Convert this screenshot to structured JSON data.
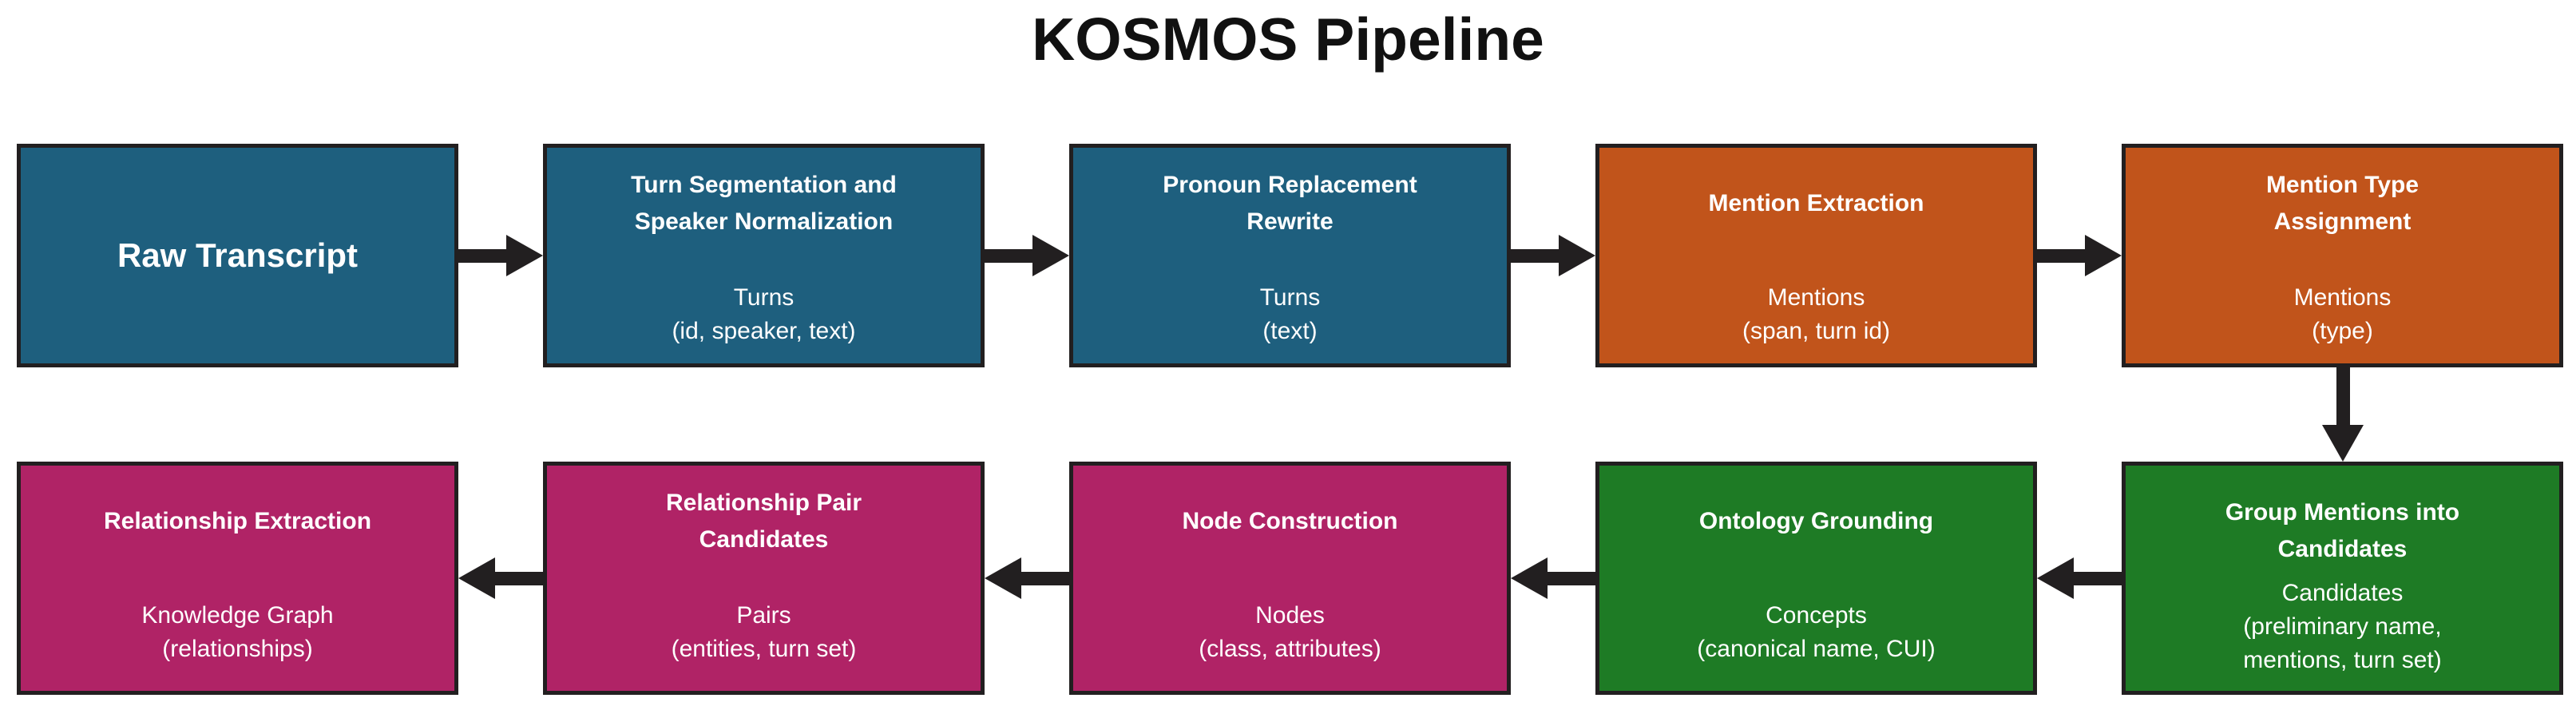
{
  "header": {
    "title": "KOSMOS Pipeline"
  },
  "palette": {
    "teal": "#1e5f7e",
    "orange": "#c1541b",
    "green": "#1e7b25",
    "magenta": "#b02366",
    "arrow_black": "#221f20",
    "text_white": "#ffffff",
    "text_dark": "#111111"
  },
  "boxes": [
    {
      "id": "raw-transcript",
      "title": "Raw Transcript",
      "body": "",
      "color": "#1e5f7e"
    },
    {
      "id": "turn-segmentation",
      "title": "Turn Segmentation and\nSpeaker Normalization",
      "body": "Turns\n(id, speaker, text)",
      "color": "#1e5f7e"
    },
    {
      "id": "pronoun-replacement-rewrite",
      "title": "Pronoun Replacement\nRewrite",
      "body": "Turns\n(text)",
      "color": "#1e5f7e"
    },
    {
      "id": "mention-extraction",
      "title": "Mention Extraction",
      "body": "Mentions\n(span, turn id)",
      "color": "#c1541b"
    },
    {
      "id": "mention-type-assignment",
      "title": "Mention Type\nAssignment",
      "body": "Mentions\n(type)",
      "color": "#c1541b"
    },
    {
      "id": "group-mentions-into-candidates",
      "title": "Group Mentions into\nCandidates",
      "body": "Candidates\n(preliminary name,\nmentions, turn set)",
      "color": "#1e7b25"
    },
    {
      "id": "ontology-grounding",
      "title": "Ontology Grounding",
      "body": "Concepts\n(canonical name, CUI)",
      "color": "#1e7b25"
    },
    {
      "id": "node-construction",
      "title": "Node Construction",
      "body": "Nodes\n(class, attributes)",
      "color": "#b02366"
    },
    {
      "id": "relationship-pair-candidates",
      "title": "Relationship Pair\nCandidates",
      "body": "Pairs\n(entities, turn set)",
      "color": "#b02366"
    },
    {
      "id": "relationship-extraction",
      "title": "Relationship Extraction",
      "body": "Knowledge Graph\n(relationships)",
      "color": "#b02366"
    }
  ]
}
